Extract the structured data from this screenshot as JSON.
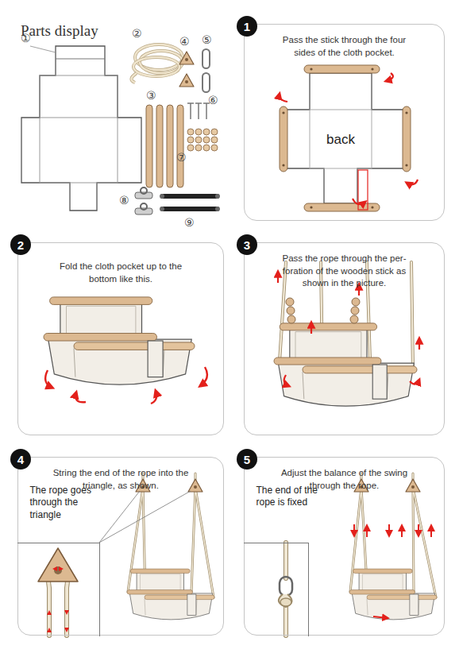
{
  "diagram": {
    "title": "Parts display",
    "nodes": [
      {
        "text": [
          "Pass the stick through the four sides of the cloth pocket."
        ]
      },
      {
        "text": [
          "1"
        ],
        "in": 0
      },
      {
        "text": [
          "Fold the cloth pocket up to the bottom like this."
        ]
      },
      {
        "text": [
          "2"
        ],
        "in": 2
      },
      {
        "text": [
          "Pass the rope through the per- foration of the wooden stick as shown in the picture."
        ]
      },
      {
        "text": [
          "3"
        ],
        "in": 4
      },
      {
        "text": [
          "String the end of the rope into the triangle, as shown."
        ]
      },
      {
        "text": [
          "4"
        ],
        "in": 6
      },
      {
        "text": [
          "The rope goes through the triangle"
        ],
        "in": 6
      },
      {
        "text": [
          "Adjust the balance of the swing through the rope."
        ]
      },
      {
        "text": [
          "5"
        ],
        "in": 9
      },
      {
        "text": [
          "The end of the rope is fixed"
        ],
        "in": 9
      }
    ],
    "labels": [
      "①",
      "②",
      "③",
      "④",
      "⑤",
      "⑥",
      "⑦",
      "⑧",
      "⑨",
      "back"
    ]
  }
}
